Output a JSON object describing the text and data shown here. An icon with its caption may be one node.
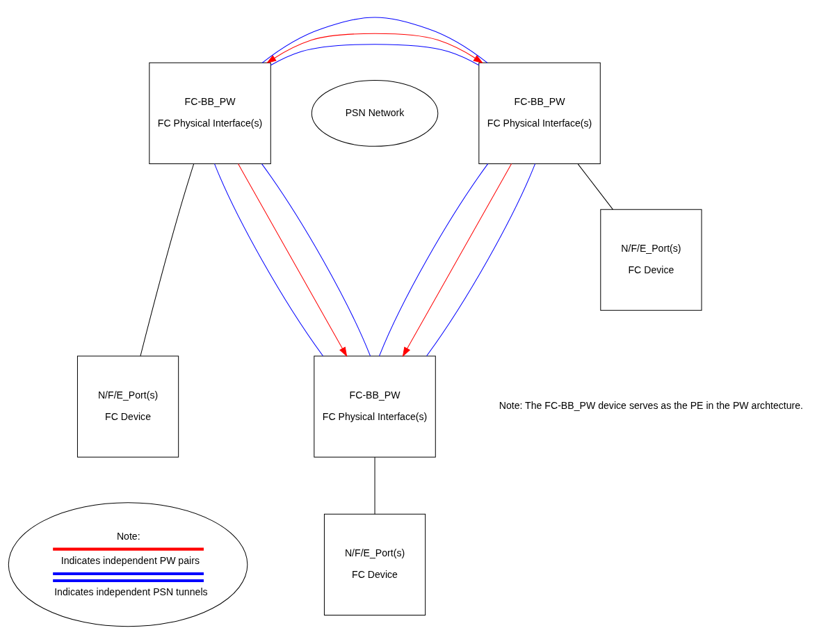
{
  "diagram": {
    "nodes": [
      {
        "text": [
          "PSN Network"
        ]
      },
      {
        "text": [
          "FC-BB_PW",
          "FC Physical Interface(s)"
        ]
      },
      {
        "text": [
          "FC-BB_PW",
          "FC Physical Interface(s)"
        ]
      },
      {
        "text": [
          "N/F/E_Port(s)",
          "FC Device"
        ]
      },
      {
        "text": [
          "FC-BB_PW",
          "FC Physical Interface(s)"
        ]
      },
      {
        "text": [
          "N/F/E_Port(s)",
          "FC Device"
        ]
      },
      {
        "text": [
          "N/F/E_Port(s)",
          "FC Device"
        ]
      }
    ],
    "edges": [
      {
        "from": 1,
        "to": 2,
        "arrow": "none"
      },
      {
        "from": 1,
        "to": 2,
        "arrow": "both",
        "color": "#ff0000"
      },
      {
        "from": 1,
        "to": 2,
        "arrow": "none"
      },
      {
        "from": 1,
        "to": 4,
        "arrow": "none"
      },
      {
        "from": 1,
        "to": 4,
        "arrow": "to",
        "color": "#ff0000"
      },
      {
        "from": 1,
        "to": 4,
        "arrow": "none"
      },
      {
        "from": 2,
        "to": 4,
        "arrow": "none"
      },
      {
        "from": 2,
        "to": 4,
        "arrow": "to",
        "color": "#ff0000"
      },
      {
        "from": 2,
        "to": 4,
        "arrow": "none"
      },
      {
        "from": 1,
        "to": 3,
        "arrow": "none",
        "color": "#000000"
      },
      {
        "from": 2,
        "to": 5,
        "arrow": "none",
        "color": "#000000"
      },
      {
        "from": 4,
        "to": 6,
        "arrow": "none",
        "color": "#000000"
      }
    ],
    "labels": [
      "Note:",
      "Note: The FC-BB_PW device serves as the PE in the PW archtecture."
    ],
    "legend": [
      {
        "text": "Indicates independent PW pairs"
      },
      {
        "text": "Indicates independent PSN tunnels"
      }
    ]
  }
}
